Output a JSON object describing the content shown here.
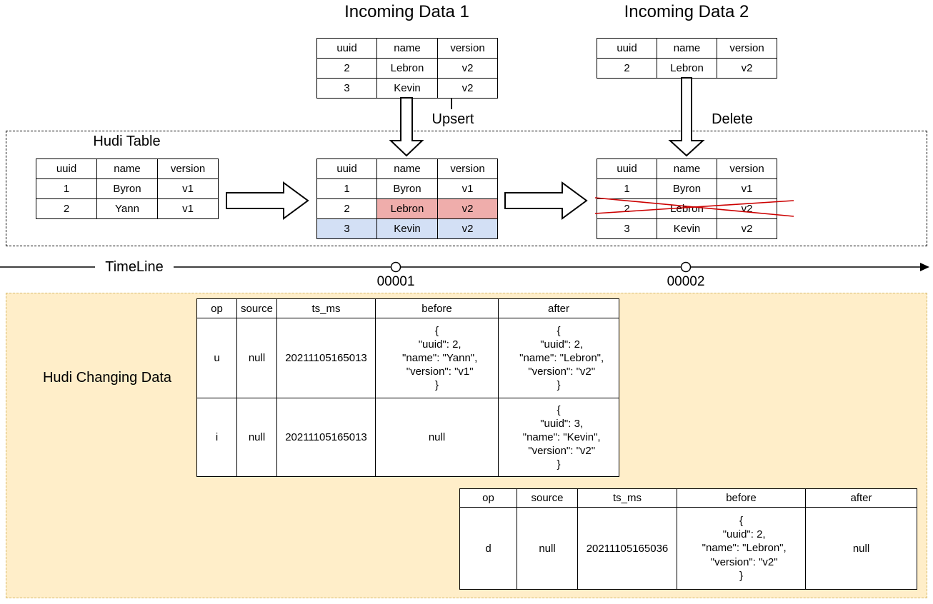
{
  "titles": {
    "incoming1": "Incoming Data 1",
    "incoming2": "Incoming Data 2",
    "hudi_table": "Hudi Table",
    "timeline": "TimeLine",
    "changing_data": "Hudi Changing Data"
  },
  "labels": {
    "upsert": "Upsert",
    "delete": "Delete",
    "commit1": "00001",
    "commit2": "00002"
  },
  "colors": {
    "updated_cell_fill": "#efadab",
    "updated_cell_border": "#b85450",
    "inserted_row_fill": "#d3e0f5",
    "inserted_row_border": "#6c8ebf",
    "delete_cross": "#cc0000",
    "changing_box_fill": "#ffeec9",
    "changing_box_border": "#d6b96a"
  },
  "incoming1": {
    "headers": [
      "uuid",
      "name",
      "version"
    ],
    "rows": [
      [
        "2",
        "Lebron",
        "v2"
      ],
      [
        "3",
        "Kevin",
        "v2"
      ]
    ]
  },
  "incoming2": {
    "headers": [
      "uuid",
      "name",
      "version"
    ],
    "rows": [
      [
        "2",
        "Lebron",
        "v2"
      ]
    ]
  },
  "hudi_initial": {
    "headers": [
      "uuid",
      "name",
      "version"
    ],
    "rows": [
      [
        "1",
        "Byron",
        "v1"
      ],
      [
        "2",
        "Yann",
        "v1"
      ]
    ]
  },
  "hudi_after_upsert": {
    "headers": [
      "uuid",
      "name",
      "version"
    ],
    "rows": [
      [
        "1",
        "Byron",
        "v1"
      ],
      [
        "2",
        "Lebron",
        "v2"
      ],
      [
        "3",
        "Kevin",
        "v2"
      ]
    ]
  },
  "hudi_after_delete": {
    "headers": [
      "uuid",
      "name",
      "version"
    ],
    "rows": [
      [
        "1",
        "Byron",
        "v1"
      ],
      [
        "2",
        "Lebron",
        "v2"
      ],
      [
        "3",
        "Kevin",
        "v2"
      ]
    ]
  },
  "cdc1": {
    "headers": [
      "op",
      "source",
      "ts_ms",
      "before",
      "after"
    ],
    "rows": [
      [
        "u",
        "null",
        "20211105165013",
        "{\n  \"uuid\": 2,\n  \"name\": \"Yann\",\n  \"version\": \"v1\"\n}",
        "{\n  \"uuid\": 2,\n  \"name\": \"Lebron\",\n  \"version\": \"v2\"\n}"
      ],
      [
        "i",
        "null",
        "20211105165013",
        "null",
        "{\n  \"uuid\": 3,\n  \"name\": \"Kevin\",\n  \"version\": \"v2\"\n}"
      ]
    ]
  },
  "cdc2": {
    "headers": [
      "op",
      "source",
      "ts_ms",
      "before",
      "after"
    ],
    "rows": [
      [
        "d",
        "null",
        "20211105165036",
        "{\n  \"uuid\": 2,\n  \"name\": \"Lebron\",\n  \"version\": \"v2\"\n}",
        "null"
      ]
    ]
  }
}
